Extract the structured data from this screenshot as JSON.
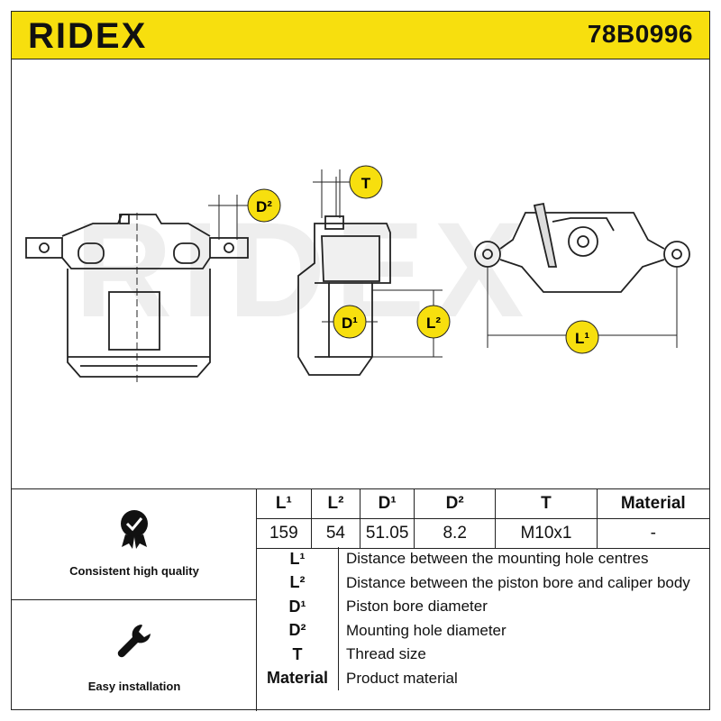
{
  "header": {
    "brand": "RIDEX",
    "part_number": "78B0996",
    "colors": {
      "bar": "#f7df0e",
      "ink": "#111111"
    }
  },
  "drawing": {
    "watermark": "RIDEX",
    "labels": {
      "d2": "D²",
      "t": "T",
      "d1": "D¹",
      "l2": "L²",
      "l1": "L¹"
    }
  },
  "features": [
    {
      "icon": "quality-badge-icon",
      "label": "Consistent high quality"
    },
    {
      "icon": "wrench-icon",
      "label": "Easy installation"
    }
  ],
  "dimensions": {
    "headers": [
      "L¹",
      "L²",
      "D¹",
      "D²",
      "T",
      "Material"
    ],
    "values": [
      "159",
      "54",
      "51.05",
      "8.2",
      "M10x1",
      "-"
    ]
  },
  "legend": [
    {
      "key": "L¹",
      "desc": "Distance between the mounting hole centres"
    },
    {
      "key": "L²",
      "desc": "Distance between the piston bore and caliper body"
    },
    {
      "key": "D¹",
      "desc": "Piston bore diameter"
    },
    {
      "key": "D²",
      "desc": "Mounting hole diameter"
    },
    {
      "key": "T",
      "desc": "Thread size"
    },
    {
      "key": "Material",
      "desc": "Product material"
    }
  ]
}
